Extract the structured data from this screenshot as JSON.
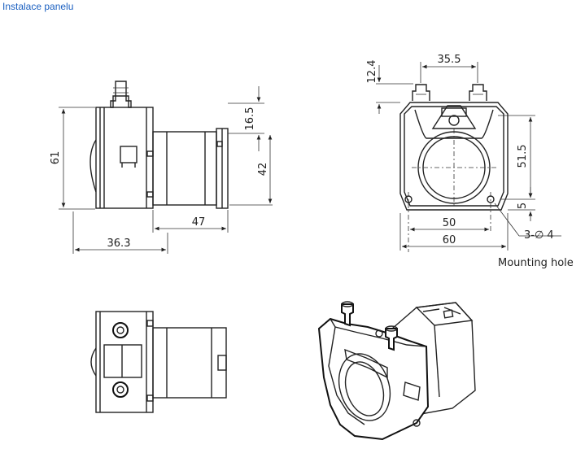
{
  "link": {
    "label": "Instalace panelu"
  },
  "dimensions": {
    "front_height": "61",
    "side_top": "16.5",
    "side_height": "42",
    "motor_length": "47",
    "body_depth": "36.3",
    "top_height": "12.4",
    "port_spacing": "35.5",
    "hole_vertical": "51.5",
    "bottom_offset": "5",
    "hole_spacing": "50",
    "total_width": "60",
    "hole_spec": "3-∅ 4"
  },
  "notes": {
    "mounting_hole": "Mounting hole"
  }
}
